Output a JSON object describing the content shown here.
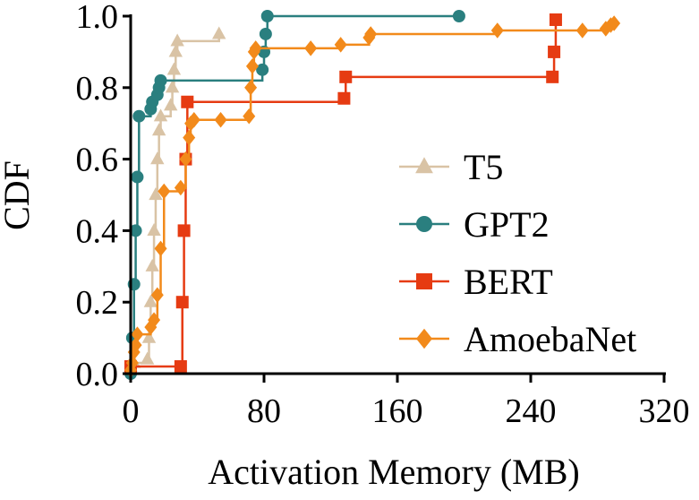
{
  "chart_data": {
    "type": "line",
    "title": "",
    "xlabel": "Activation Memory (MB)",
    "ylabel": "CDF",
    "xlim": [
      0,
      320
    ],
    "ylim": [
      0,
      1.0
    ],
    "xticks": [
      "0",
      "80",
      "160",
      "240",
      "320"
    ],
    "yticks": [
      "0.0",
      "0.2",
      "0.4",
      "0.6",
      "0.8",
      "1.0"
    ],
    "grid": false,
    "legend_position": "right",
    "step": true,
    "series": [
      {
        "name": "T5",
        "color": "#D9C3A5",
        "marker": "triangle",
        "x": [
          0,
          2,
          10,
          11,
          12,
          13,
          14,
          15,
          16,
          17,
          18,
          24,
          25,
          26,
          27,
          28,
          53
        ],
        "y": [
          0.02,
          0.03,
          0.04,
          0.1,
          0.2,
          0.3,
          0.4,
          0.5,
          0.6,
          0.68,
          0.72,
          0.75,
          0.8,
          0.85,
          0.9,
          0.93,
          0.95
        ]
      },
      {
        "name": "GPT2",
        "color": "#2A7F7F",
        "marker": "circle",
        "x": [
          0,
          1,
          2,
          3,
          4,
          5,
          12,
          13,
          16,
          17,
          18,
          79,
          80,
          81,
          82,
          197
        ],
        "y": [
          0.0,
          0.1,
          0.25,
          0.4,
          0.55,
          0.72,
          0.74,
          0.76,
          0.78,
          0.8,
          0.82,
          0.85,
          0.9,
          0.95,
          1.0,
          1.0
        ]
      },
      {
        "name": "BERT",
        "color": "#E63B12",
        "marker": "square",
        "x": [
          0,
          30,
          31,
          32,
          33,
          34,
          128,
          129,
          253,
          254,
          255
        ],
        "y": [
          0.02,
          0.02,
          0.2,
          0.4,
          0.6,
          0.76,
          0.77,
          0.83,
          0.83,
          0.9,
          0.99
        ]
      },
      {
        "name": "AmoebaNet",
        "color": "#F28A1B",
        "marker": "diamond",
        "x": [
          0,
          1,
          2,
          3,
          4,
          12,
          14,
          16,
          18,
          20,
          30,
          33,
          35,
          36,
          38,
          54,
          71,
          72,
          73,
          74,
          75,
          108,
          126,
          143,
          144,
          220,
          271,
          285,
          288,
          290
        ],
        "y": [
          0.01,
          0.03,
          0.06,
          0.08,
          0.11,
          0.13,
          0.15,
          0.22,
          0.35,
          0.51,
          0.52,
          0.6,
          0.66,
          0.7,
          0.71,
          0.71,
          0.72,
          0.8,
          0.86,
          0.9,
          0.91,
          0.91,
          0.92,
          0.94,
          0.95,
          0.96,
          0.96,
          0.965,
          0.975,
          0.98
        ]
      }
    ]
  }
}
